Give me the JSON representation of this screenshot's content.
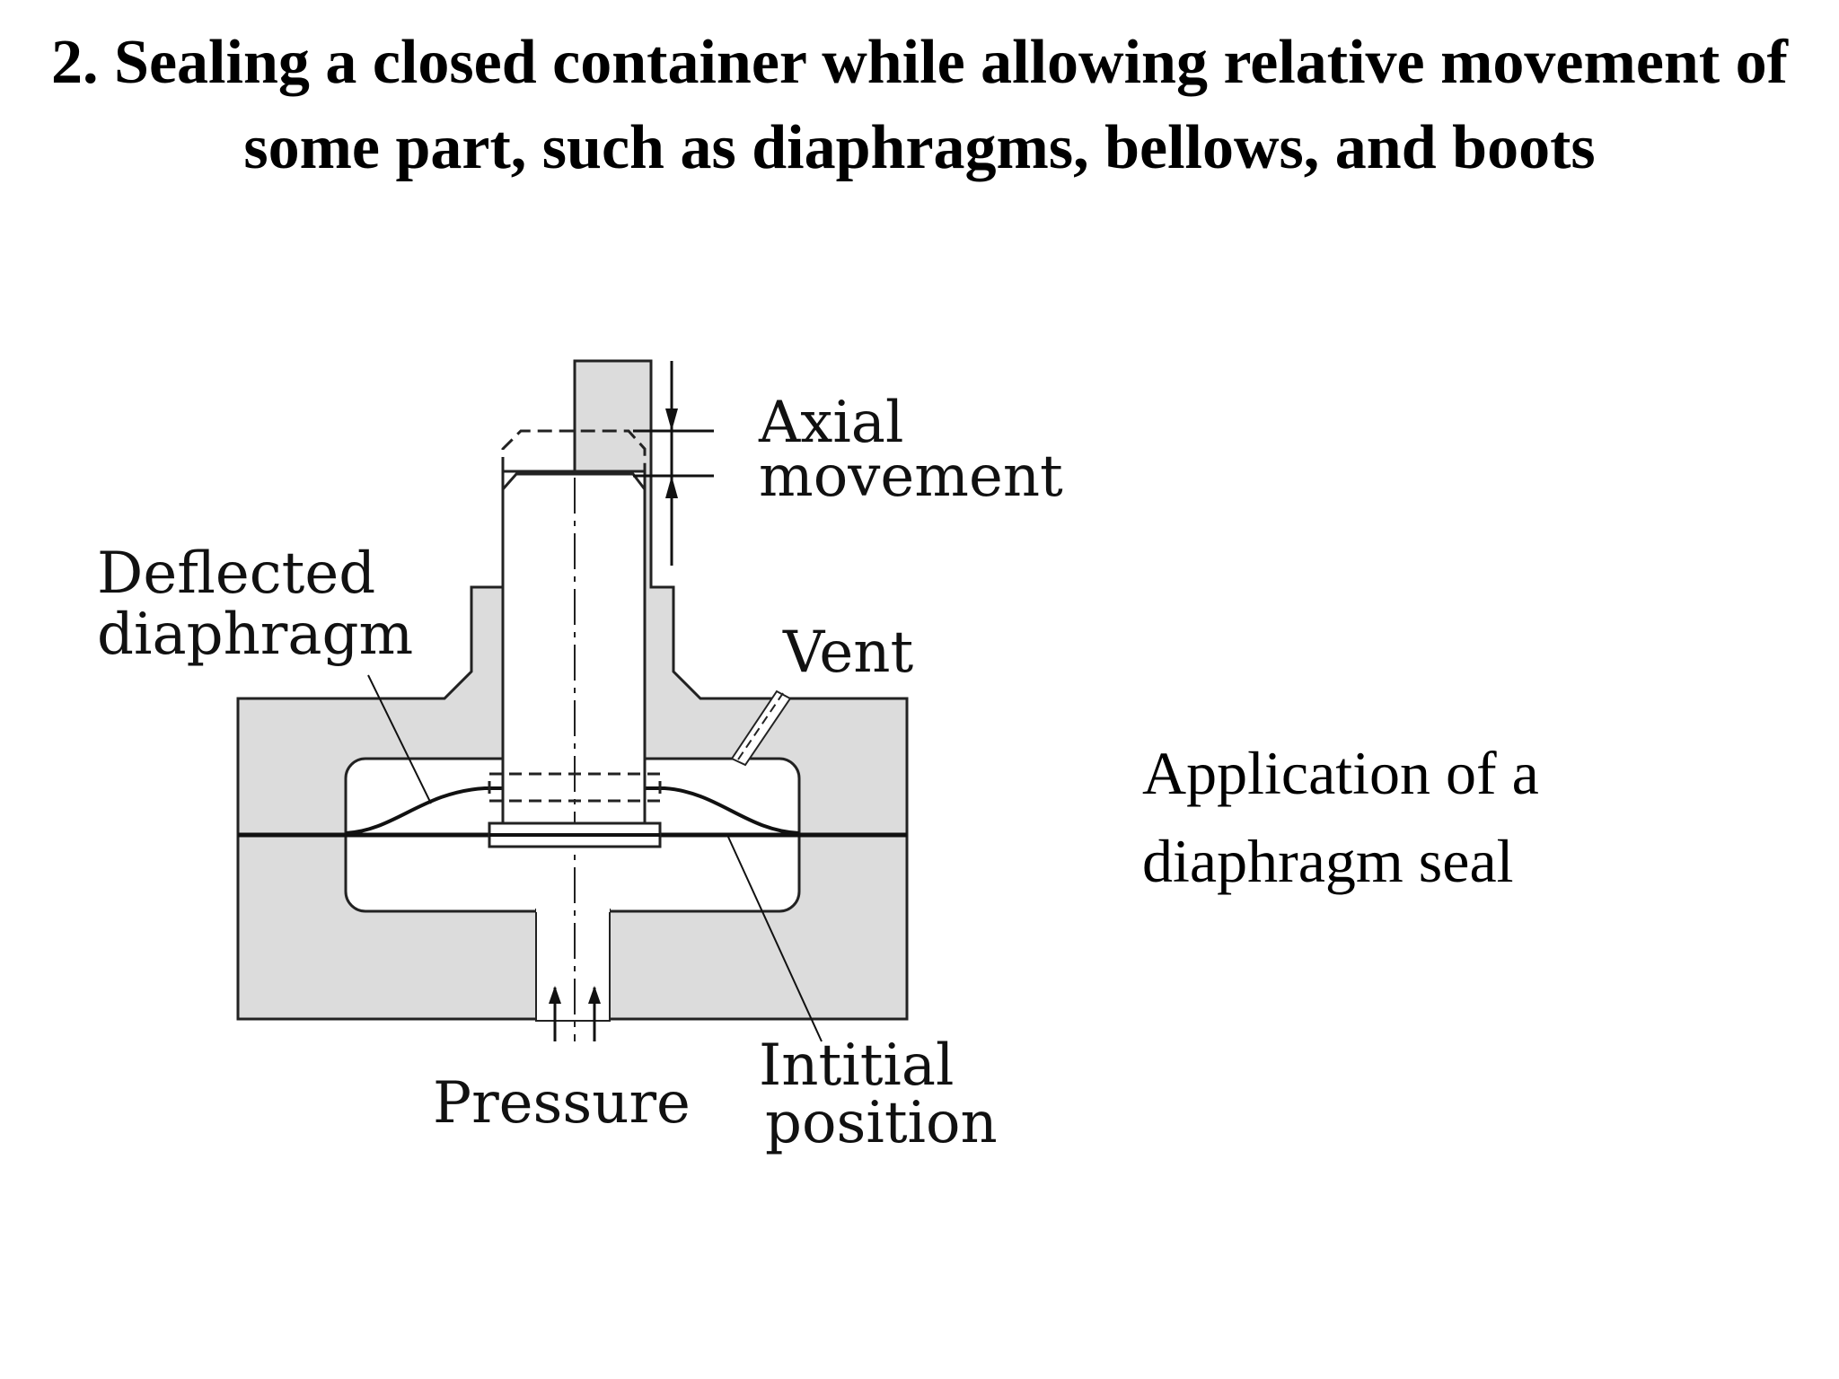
{
  "slide": {
    "title": "2. Sealing a closed container while allowing relative movement of some part, such as diaphragms, bellows, and boots",
    "caption_line1": "Application of a",
    "caption_line2": "diaphragm seal"
  },
  "diagram": {
    "labels": {
      "axial_line1": "Axial",
      "axial_line2": "movement",
      "deflected_line1": "Deflected",
      "deflected_line2": "diaphragm",
      "vent": "Vent",
      "pressure": "Pressure",
      "initial_line1": "Intitial",
      "initial_line2": "position"
    },
    "colors": {
      "housing_fill": "#dcdcdc",
      "outline": "#222222",
      "background": "#ffffff"
    }
  }
}
